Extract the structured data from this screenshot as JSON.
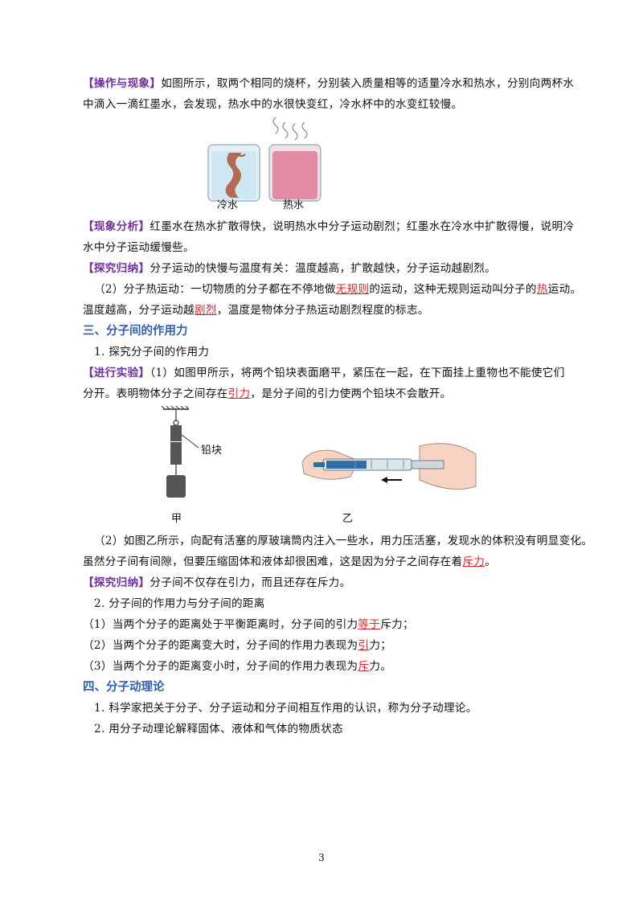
{
  "paragraphs": {
    "p1_tag": "【操作与现象】",
    "p1_line1": "如图所示，取两个相同的烧杯，分别装入质量相等的适量冷水和热水，分别向两杯水",
    "p1_line2": "中滴入一滴红墨水，会发现，热水中的水很快变红，冷水杯中的水变红较慢。",
    "fig1_cold": "冷水",
    "fig1_hot": "热水",
    "p2_tag": "【现象分析】",
    "p2_line1": "红墨水在热水扩散得快，说明热水中分子运动剧烈；红墨水在冷水中扩散得慢，说明冷",
    "p2_line2": "水中分子运动缓慢些。",
    "p3_tag": "【探究归纳】",
    "p3_line1": "分子运动的快慢与温度有关：温度越高，扩散越快，分子运动越剧烈。",
    "p4_a": "（2）分子热运动：一切物质的分子都在不停地做",
    "p4_ans1": "无规则",
    "p4_b": "的运动，这种无规则运动叫分子的",
    "p4_ans2": "热",
    "p4_c": "运动。",
    "p4_line2_a": "温度越高，分子运动越",
    "p4_ans3": "剧烈",
    "p4_line2_b": "，温度是物体分子热运动剧烈程度的标志。",
    "h3": "三、分子间的作用力",
    "s1": "1. 探究分子间的作用力",
    "p5_tag": "【进行实验】",
    "p5_a": "（1）如图甲所示，将两个铅块表面磨平，紧压在一起，在下面挂上重物也不能使它们",
    "p5_line2_a": "分开。表明物体分子之间存在",
    "p5_ans": "引力",
    "p5_line2_b": "，是分子间的引力使两个铅块不会散开。",
    "fig2_label": "铅块",
    "fig2_jia": "甲",
    "fig2_yi": "乙",
    "p6_a": "（2）如图乙所示，向配有活塞的厚玻璃筒内注入一些水，用力压活塞，发现水的体积没有明显变化。",
    "p6_line2_a": "虽然分子间有间隙，但要压缩固体和液体却很困难，这是因为分子之间存在着",
    "p6_ans": "斥力",
    "p6_line2_b": "。",
    "p7_tag": "【探究归纳】",
    "p7_text": "分子间不仅存在引力，而且还存在斥力。",
    "s2": "2. 分子间的作用力与分子间的距离",
    "l1_a": "（1）当两个分子的距离处于平衡距离时，分子间的引力",
    "l1_ans": "等于",
    "l1_b": "斥力；",
    "l2_a": "（2）当两个分子的距离变大时，分子间的作用力表现为",
    "l2_ans": "引",
    "l2_b": "力；",
    "l3_a": "（3）当两个分子的距离变小时，分子间的作用力表现为",
    "l3_ans": "斥",
    "l3_b": "力。",
    "h4": "四、分子动理论",
    "s3": "1. 科学家把关于分子、分子运动和分子间相互作用的认识，称为分子动理论。",
    "s4": "2. 用分子动理论解释固体、液体和气体的物质状态"
  },
  "page_number": "3",
  "colors": {
    "tag": "#7030a0",
    "heading": "#2e5fb0",
    "answer": "#e0262c"
  }
}
